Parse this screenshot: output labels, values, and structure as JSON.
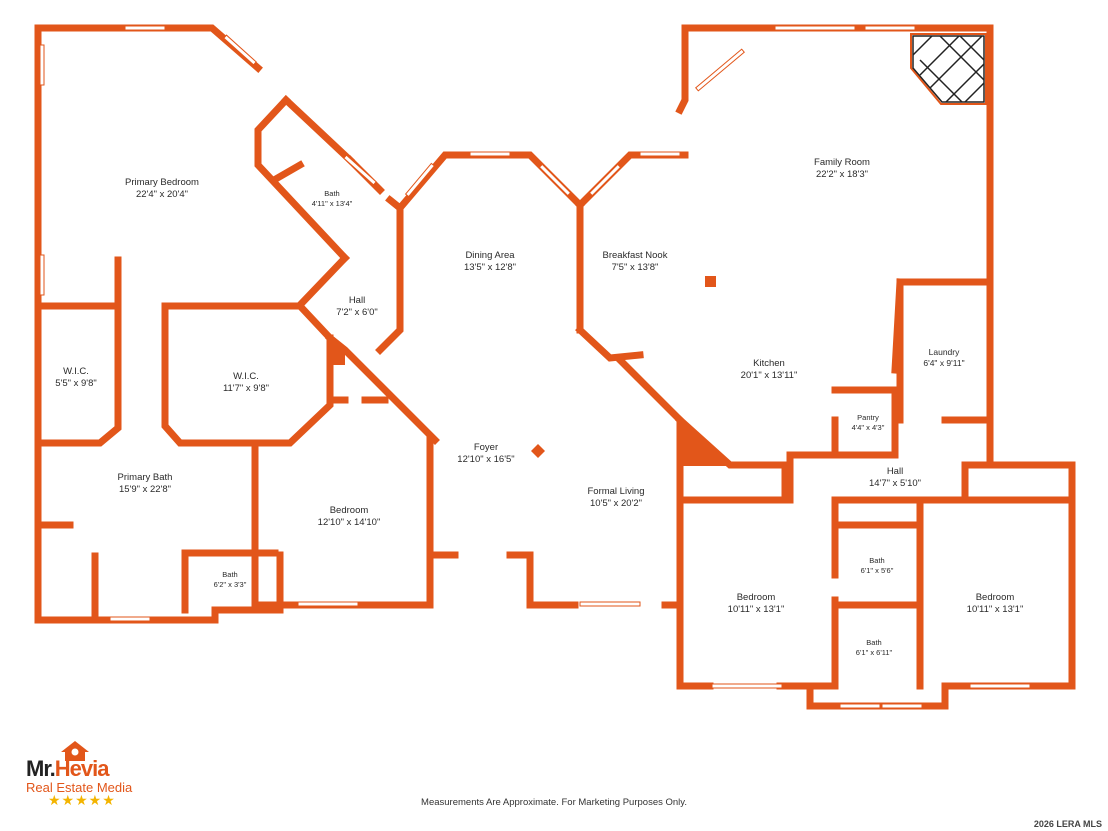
{
  "colors": {
    "wall": "#e2561a",
    "window": "#ffffff",
    "window_edge": "#e2561a"
  },
  "rooms": [
    {
      "id": "primary-bedroom",
      "name": "Primary Bedroom",
      "dims": "22'4\" x 20'4\""
    },
    {
      "id": "bath-1",
      "name": "Bath",
      "dims": "4'11\" x 13'4\""
    },
    {
      "id": "dining-area",
      "name": "Dining Area",
      "dims": "13'5\" x 12'8\""
    },
    {
      "id": "breakfast-nook",
      "name": "Breakfast Nook",
      "dims": "7'5\" x 13'8\""
    },
    {
      "id": "family-room",
      "name": "Family Room",
      "dims": "22'2\" x 18'3\""
    },
    {
      "id": "hall-1",
      "name": "Hall",
      "dims": "7'2\" x 6'0\""
    },
    {
      "id": "wic-1",
      "name": "W.I.C.",
      "dims": "5'5\" x 9'8\""
    },
    {
      "id": "wic-2",
      "name": "W.I.C.",
      "dims": "11'7\" x 9'8\""
    },
    {
      "id": "laundry",
      "name": "Laundry",
      "dims": "6'4\" x 9'11\""
    },
    {
      "id": "kitchen",
      "name": "Kitchen",
      "dims": "20'1\" x 13'11\""
    },
    {
      "id": "pantry",
      "name": "Pantry",
      "dims": "4'4\" x 4'3\""
    },
    {
      "id": "foyer",
      "name": "Foyer",
      "dims": "12'10\" x 16'5\""
    },
    {
      "id": "primary-bath",
      "name": "Primary Bath",
      "dims": "15'9\" x 22'8\""
    },
    {
      "id": "hall-2",
      "name": "Hall",
      "dims": "14'7\" x 5'10\""
    },
    {
      "id": "formal-living",
      "name": "Formal Living",
      "dims": "10'5\" x 20'2\""
    },
    {
      "id": "bedroom-1",
      "name": "Bedroom",
      "dims": "12'10\" x 14'10\""
    },
    {
      "id": "bath-2",
      "name": "Bath",
      "dims": "6'1\" x 5'6\""
    },
    {
      "id": "bath-3",
      "name": "Bath",
      "dims": "6'2\" x 3'3\""
    },
    {
      "id": "bedroom-2",
      "name": "Bedroom",
      "dims": "10'11\" x 13'1\""
    },
    {
      "id": "bedroom-3",
      "name": "Bedroom",
      "dims": "10'11\" x 13'1\""
    },
    {
      "id": "bath-4",
      "name": "Bath",
      "dims": "6'1\" x 6'11\""
    }
  ],
  "footer": {
    "disclaimer": "Measurements Are Approximate. For Marketing Purposes Only.",
    "copyright": "2026 LERA MLS"
  },
  "logo": {
    "name_part1": "Mr.",
    "name_part2": "Hevia",
    "subtitle": "Real Estate Media",
    "stars": "★★★★★"
  }
}
